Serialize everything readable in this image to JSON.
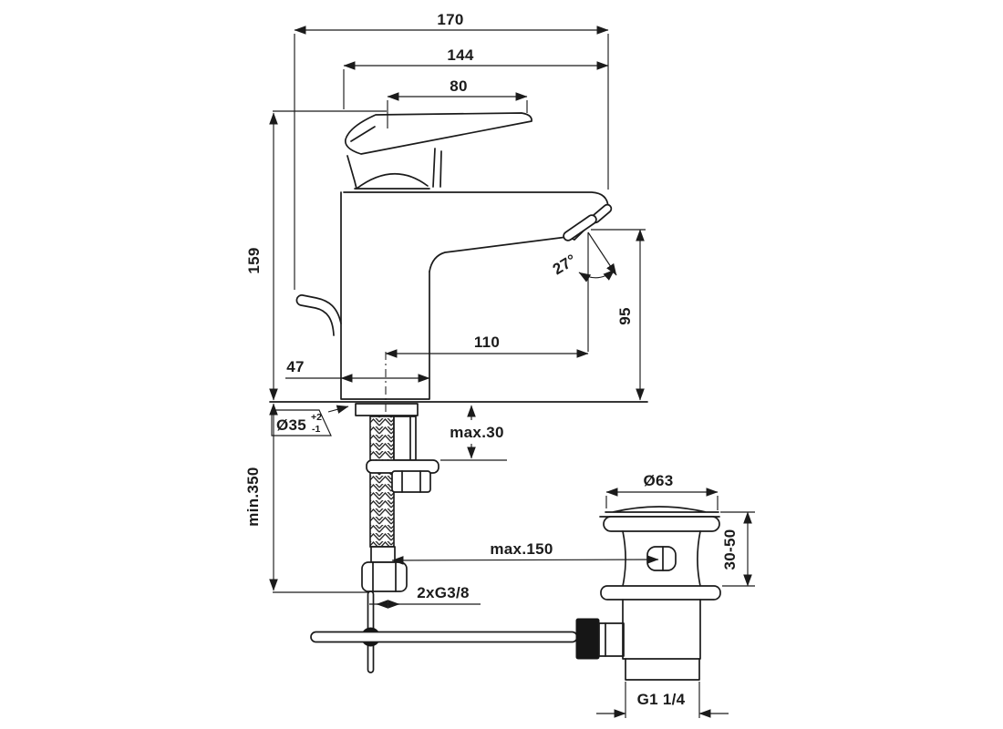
{
  "drawing": {
    "kind": "technical-dimension-drawing",
    "subject": "single-lever basin mixer with flexible supply hoses and pop-up waste",
    "colors": {
      "line": "#1b1b1b",
      "background": "#ffffff"
    },
    "dims": {
      "overall_depth": "170",
      "spout_tip_depth": "144",
      "handle_length": "80",
      "total_height": "159",
      "body_depth": "47",
      "spout_reach": "110",
      "spout_height": "95",
      "spray_angle": "27°",
      "hole_diameter": "Ø35",
      "hole_tol_plus": "+2",
      "hole_tol_minus": "-1",
      "max_deck_thickness": "max.30",
      "min_hose_length": "min.350",
      "supply_thread": "2xG3/8",
      "max_rod_reach": "max.150",
      "waste_flange_diameter": "Ø63",
      "waste_deck_range": "30-50",
      "waste_thread": "G1 1/4"
    }
  }
}
